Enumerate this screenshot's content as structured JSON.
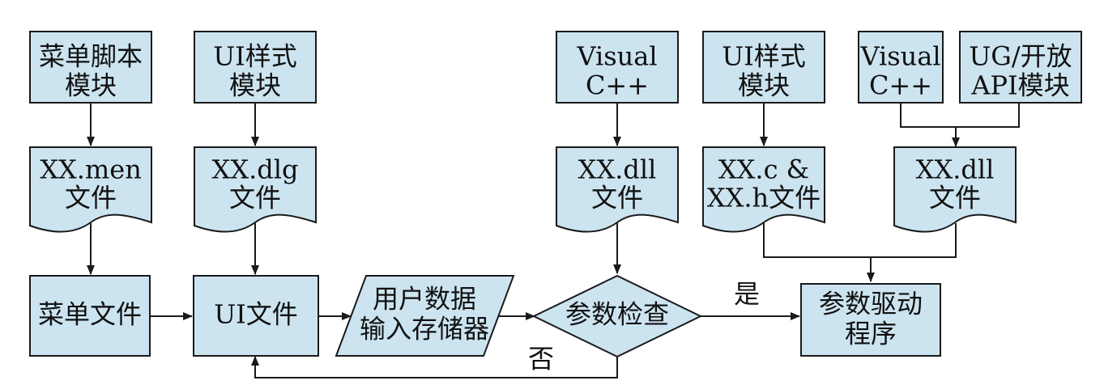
{
  "colors": {
    "node_fill": "#cce4f0",
    "stroke": "#1a1a1a",
    "text": "#111111"
  },
  "nodes": {
    "menu_script_module": {
      "line1": "菜单脚本",
      "line2": "模块"
    },
    "ui_style_module_left": {
      "line1": "UI样式",
      "line2": "模块"
    },
    "visual_cpp_center": {
      "line1": "Visual",
      "line2": "C++"
    },
    "ui_style_module_right": {
      "line1": "UI样式",
      "line2": "模块"
    },
    "visual_cpp_right": {
      "line1": "Visual",
      "line2": "C++"
    },
    "ug_open_api_module": {
      "line1": "UG/开放",
      "line2": "API模块"
    },
    "men_file": {
      "line1": "XX.men",
      "line2": "文件"
    },
    "dlg_file": {
      "line1": "XX.dlg",
      "line2": "文件"
    },
    "dll_file_center": {
      "line1": "XX.dll",
      "line2": "文件"
    },
    "c_h_files": {
      "line1": "XX.c &",
      "line2": "XX.h文件"
    },
    "dll_file_right": {
      "line1": "XX.dll",
      "line2": "文件"
    },
    "menu_file": {
      "line1": "菜单文件"
    },
    "ui_file": {
      "line1": "UI文件"
    },
    "user_data_input_store": {
      "line1": "用户数据",
      "line2": "输入存储器"
    },
    "param_check": {
      "line1": "参数检查"
    },
    "param_driver": {
      "line1": "参数驱动",
      "line2": "程序"
    }
  },
  "edge_labels": {
    "yes": "是",
    "no": "否"
  }
}
